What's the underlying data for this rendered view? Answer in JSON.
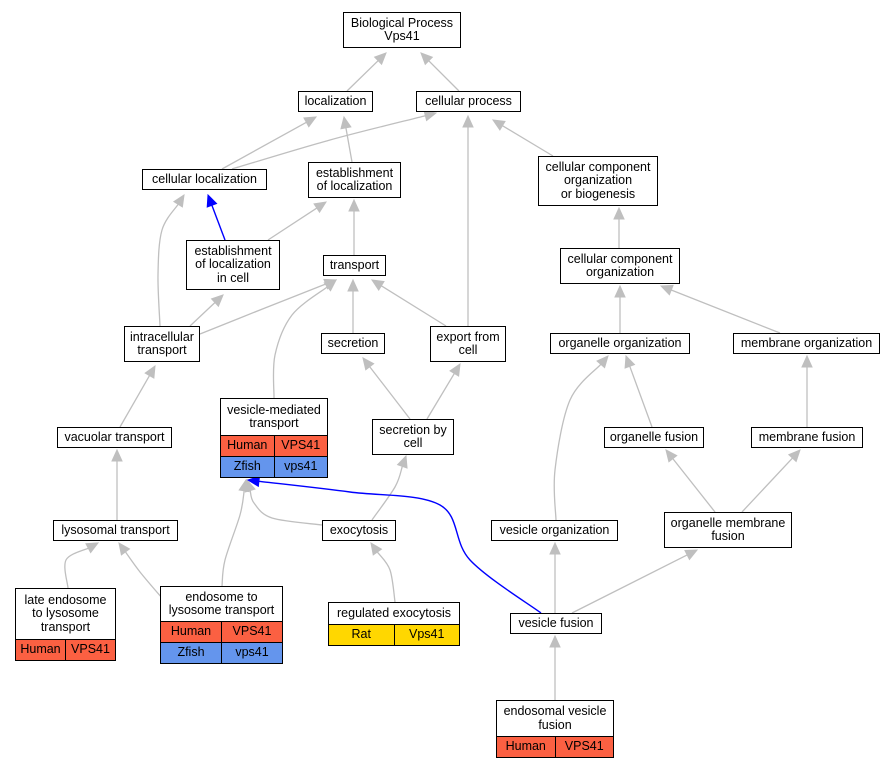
{
  "colors": {
    "human": "#fb6042",
    "zfish": "#6495ed",
    "rat": "#ffd700",
    "edge_gray": "#bfbfbf",
    "edge_highlight": "#0000ff"
  },
  "nodes": [
    {
      "id": "bp",
      "lines": [
        "Biological Process",
        "Vps41"
      ]
    },
    {
      "id": "localization",
      "lines": [
        "localization"
      ]
    },
    {
      "id": "cellular_process",
      "lines": [
        "cellular process"
      ]
    },
    {
      "id": "cellular_localization",
      "lines": [
        "cellular localization"
      ]
    },
    {
      "id": "establishment_localization",
      "lines": [
        "establishment",
        "of localization"
      ]
    },
    {
      "id": "ccob",
      "lines": [
        "cellular component",
        "organization",
        "or biogenesis"
      ]
    },
    {
      "id": "est_loc_cell",
      "lines": [
        "establishment",
        "of localization",
        "in cell"
      ]
    },
    {
      "id": "transport",
      "lines": [
        "transport"
      ]
    },
    {
      "id": "cco",
      "lines": [
        "cellular component",
        "organization"
      ]
    },
    {
      "id": "intracellular_transport",
      "lines": [
        "intracellular",
        "transport"
      ]
    },
    {
      "id": "secretion",
      "lines": [
        "secretion"
      ]
    },
    {
      "id": "export_from_cell",
      "lines": [
        "export from",
        "cell"
      ]
    },
    {
      "id": "organelle_organization",
      "lines": [
        "organelle organization"
      ]
    },
    {
      "id": "membrane_organization",
      "lines": [
        "membrane organization"
      ]
    },
    {
      "id": "vesicle_mediated_transport",
      "lines": [
        "vesicle-mediated",
        "transport"
      ],
      "rows": [
        [
          "Human",
          "VPS41",
          "human"
        ],
        [
          "Zfish",
          "vps41",
          "zfish"
        ]
      ]
    },
    {
      "id": "secretion_by_cell",
      "lines": [
        "secretion by",
        "cell"
      ]
    },
    {
      "id": "vacuolar_transport",
      "lines": [
        "vacuolar transport"
      ]
    },
    {
      "id": "organelle_fusion",
      "lines": [
        "organelle fusion"
      ]
    },
    {
      "id": "membrane_fusion",
      "lines": [
        "membrane fusion"
      ]
    },
    {
      "id": "lysosomal_transport",
      "lines": [
        "lysosomal transport"
      ]
    },
    {
      "id": "exocytosis",
      "lines": [
        "exocytosis"
      ]
    },
    {
      "id": "vesicle_organization",
      "lines": [
        "vesicle organization"
      ]
    },
    {
      "id": "organelle_membrane_fusion",
      "lines": [
        "organelle membrane",
        "fusion"
      ]
    },
    {
      "id": "late_endosome",
      "lines": [
        "late endosome",
        "to lysosome",
        "transport"
      ],
      "rows": [
        [
          "Human",
          "VPS41",
          "human"
        ]
      ]
    },
    {
      "id": "endosome_lysosome",
      "lines": [
        "endosome to",
        "lysosome transport"
      ],
      "rows": [
        [
          "Human",
          "VPS41",
          "human"
        ],
        [
          "Zfish",
          "vps41",
          "zfish"
        ]
      ]
    },
    {
      "id": "regulated_exocytosis",
      "lines": [
        "regulated exocytosis"
      ],
      "rows": [
        [
          "Rat",
          "Vps41",
          "rat"
        ]
      ]
    },
    {
      "id": "vesicle_fusion",
      "lines": [
        "vesicle fusion"
      ]
    },
    {
      "id": "endosomal_vesicle_fusion",
      "lines": [
        "endosomal vesicle",
        "fusion"
      ],
      "rows": [
        [
          "Human",
          "VPS41",
          "human"
        ]
      ]
    }
  ],
  "edges": [
    {
      "from": "localization",
      "to": "bp"
    },
    {
      "from": "cellular_process",
      "to": "bp"
    },
    {
      "from": "cellular_localization",
      "to": "localization"
    },
    {
      "from": "cellular_localization",
      "to": "cellular_process"
    },
    {
      "from": "establishment_localization",
      "to": "localization"
    },
    {
      "from": "ccob",
      "to": "cellular_process"
    },
    {
      "from": "est_loc_cell",
      "to": "cellular_localization",
      "highlight": true
    },
    {
      "from": "est_loc_cell",
      "to": "establishment_localization"
    },
    {
      "from": "transport",
      "to": "establishment_localization"
    },
    {
      "from": "cco",
      "to": "ccob"
    },
    {
      "from": "intracellular_transport",
      "to": "cellular_localization"
    },
    {
      "from": "intracellular_transport",
      "to": "est_loc_cell"
    },
    {
      "from": "intracellular_transport",
      "to": "transport"
    },
    {
      "from": "secretion",
      "to": "transport"
    },
    {
      "from": "export_from_cell",
      "to": "transport"
    },
    {
      "from": "export_from_cell",
      "to": "cellular_process"
    },
    {
      "from": "organelle_organization",
      "to": "cco"
    },
    {
      "from": "membrane_organization",
      "to": "cco"
    },
    {
      "from": "vesicle_mediated_transport",
      "to": "transport"
    },
    {
      "from": "secretion_by_cell",
      "to": "secretion"
    },
    {
      "from": "secretion_by_cell",
      "to": "export_from_cell"
    },
    {
      "from": "vacuolar_transport",
      "to": "intracellular_transport"
    },
    {
      "from": "organelle_fusion",
      "to": "organelle_organization"
    },
    {
      "from": "membrane_fusion",
      "to": "membrane_organization"
    },
    {
      "from": "lysosomal_transport",
      "to": "vacuolar_transport"
    },
    {
      "from": "exocytosis",
      "to": "vesicle_mediated_transport"
    },
    {
      "from": "exocytosis",
      "to": "secretion_by_cell"
    },
    {
      "from": "vesicle_organization",
      "to": "organelle_organization"
    },
    {
      "from": "organelle_membrane_fusion",
      "to": "organelle_fusion"
    },
    {
      "from": "organelle_membrane_fusion",
      "to": "membrane_fusion"
    },
    {
      "from": "late_endosome",
      "to": "lysosomal_transport"
    },
    {
      "from": "endosome_lysosome",
      "to": "lysosomal_transport"
    },
    {
      "from": "endosome_lysosome",
      "to": "vesicle_mediated_transport"
    },
    {
      "from": "regulated_exocytosis",
      "to": "exocytosis"
    },
    {
      "from": "vesicle_fusion",
      "to": "vesicle_mediated_transport",
      "highlight": true
    },
    {
      "from": "vesicle_fusion",
      "to": "vesicle_organization"
    },
    {
      "from": "vesicle_fusion",
      "to": "organelle_membrane_fusion"
    },
    {
      "from": "endosomal_vesicle_fusion",
      "to": "vesicle_fusion"
    }
  ]
}
